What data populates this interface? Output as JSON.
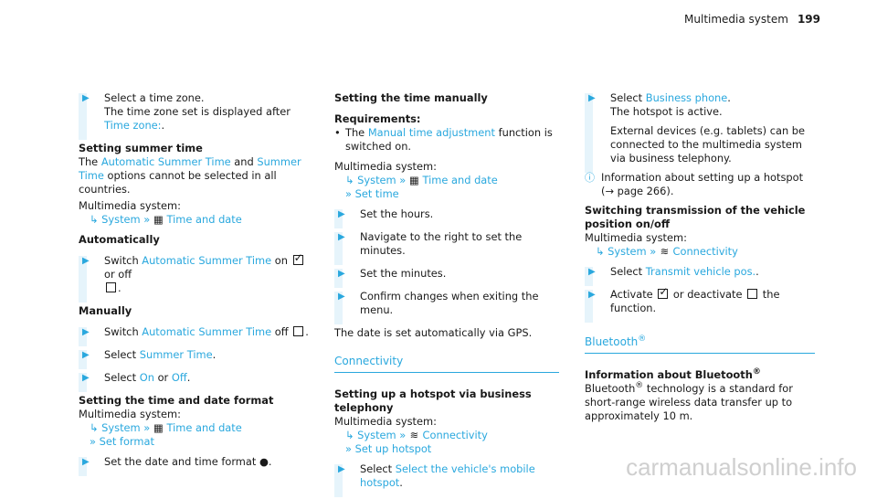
{
  "header": {
    "title": "Multimedia system",
    "page": "199"
  },
  "col1": {
    "step1_a": "Select a time zone.",
    "step1_b": "The time zone set is displayed after ",
    "step1_link": "Time zone:",
    "step1_end": ".",
    "h_summer": "Setting summer time",
    "summer_text1": "The ",
    "summer_link1": "Automatic Summer Time",
    "summer_text2": " and ",
    "summer_link2": "Summer Time",
    "summer_text3": " options cannot be selected in all countries.",
    "mm_label": "Multimedia system:",
    "nav_system": "System",
    "nav_time_date": "Time and date",
    "h_auto": "Automatically",
    "auto_text1": "Switch ",
    "auto_link": "Automatic Summer Time",
    "auto_text2": " on ",
    "auto_text3": " or off",
    "h_manual": "Manually",
    "man1_text1": "Switch ",
    "man1_link": "Automatic Summer Time",
    "man1_text2": " off ",
    "man2_text1": "Select ",
    "man2_link": "Summer Time",
    "man3_text1": "Select ",
    "man3_on": "On",
    "man3_or": " or ",
    "man3_off": "Off",
    "h_format": "Setting the time and date format",
    "mm_label2": "Multimedia system:",
    "nav_set_format": "Set format",
    "fmt_step": "Set the date and time format ●."
  },
  "col2": {
    "h_manual_time": "Setting the time manually",
    "req": "Requirements:",
    "req_text1": "The ",
    "req_link": "Manual time adjustment",
    "req_text2": " function is switched on.",
    "mm_label": "Multimedia system:",
    "nav_system": "System",
    "nav_time_date": "Time and date",
    "nav_set_time": "Set time",
    "s1": "Set the hours.",
    "s2": "Navigate to the right to set the minutes.",
    "s3": "Set the minutes.",
    "s4": "Confirm changes when exiting the menu.",
    "gps": "The date is set automatically via GPS.",
    "sec_connectivity": "Connectivity",
    "h_hotspot": "Setting up a hotspot via business telephony",
    "mm_label2": "Multimedia system:",
    "nav_connectivity": "Connectivity",
    "nav_setup_hotspot": "Set up hotspot",
    "s5_text": "Select ",
    "s5_link": "Select the vehicle's mobile hotspot",
    "s5_end": "."
  },
  "col3": {
    "s1_text": "Select ",
    "s1_link": "Business phone",
    "s1_end": ".",
    "s1_b": "The hotspot is active.",
    "s1_c": "External devices (e.g. tablets) can be connected to the multimedia system via business telephony.",
    "info": "Information about setting up a hotspot (→ page 266).",
    "h_transmit": "Switching transmission of the vehicle position on/off",
    "mm_label": "Multimedia system:",
    "nav_system": "System",
    "nav_connectivity": "Connectivity",
    "s2_text": "Select ",
    "s2_link": "Transmit vehicle pos.",
    "s2_end": ".",
    "s3_text1": "Activate ",
    "s3_text2": " or deactivate ",
    "s3_text3": " the function.",
    "sec_bt": "Bluetooth",
    "h_bt": "Information about Bluetooth",
    "bt_text": "technology is a standard for short-range wireless data transfer up to approximately 10 m.",
    "bt_word": "Bluetooth"
  },
  "watermark": "carmanualsonline.info"
}
